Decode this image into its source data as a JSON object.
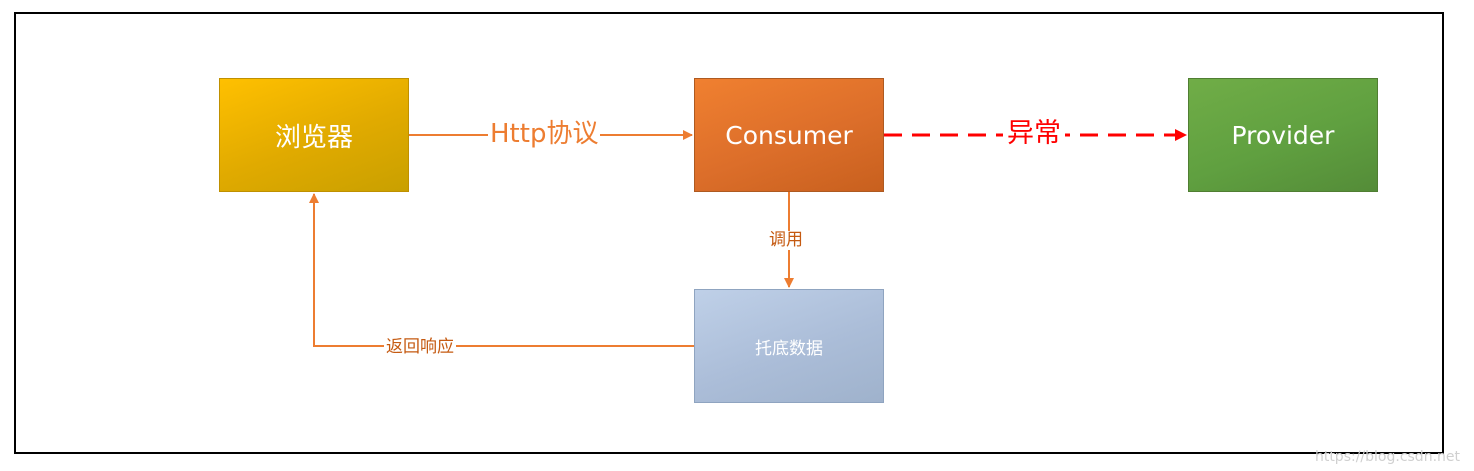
{
  "nodes": {
    "browser": {
      "label": "浏览器"
    },
    "consumer": {
      "label": "Consumer"
    },
    "provider": {
      "label": "Provider"
    },
    "fallback": {
      "label": "托底数据"
    }
  },
  "edges": {
    "browser_to_consumer": {
      "label": "Http协议"
    },
    "consumer_to_provider": {
      "label": "异常",
      "style": "dashed"
    },
    "consumer_to_fallback": {
      "label": "调用"
    },
    "fallback_to_browser": {
      "label": "返回响应"
    }
  },
  "watermark": {
    "text": "https://blog.csdn.net"
  },
  "colors": {
    "browser": "#ffc000",
    "consumer": "#ed7d31",
    "provider": "#70ad47",
    "fallback": "#adc0da",
    "edge": "#ed7d31",
    "edge_label": "#c55a11",
    "exception": "#ff0000"
  }
}
